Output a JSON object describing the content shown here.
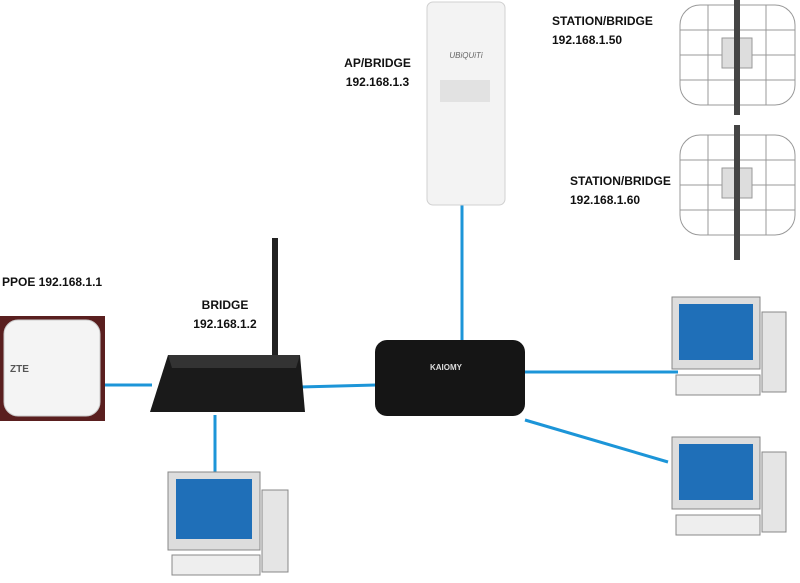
{
  "labels": {
    "modem": {
      "line1": "PPOE 192.168.1.1"
    },
    "router": {
      "line1": "BRIDGE",
      "line2": "192.168.1.2"
    },
    "ap": {
      "line1": "AP/BRIDGE",
      "line2": "192.168.1.3"
    },
    "station1": {
      "line1": "STATION/BRIDGE",
      "line2": "192.168.1.50"
    },
    "station2": {
      "line1": "STATION/BRIDGE",
      "line2": "192.168.1.60"
    }
  },
  "device_logos": {
    "modem": "ZTE",
    "switch": "KAIOMY",
    "ap": "UBiQUiTi"
  },
  "colors": {
    "link": "#1c95d8",
    "device_dark": "#1a1a1a",
    "screen": "#1f6fb8"
  }
}
